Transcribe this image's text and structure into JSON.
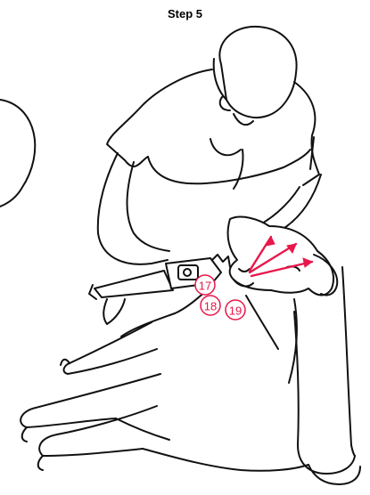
{
  "title": "Step 5",
  "callouts": [
    "17",
    "18",
    "19"
  ],
  "colors": {
    "accent": "#e8174a",
    "ink": "#111111",
    "background": "#ffffff"
  }
}
